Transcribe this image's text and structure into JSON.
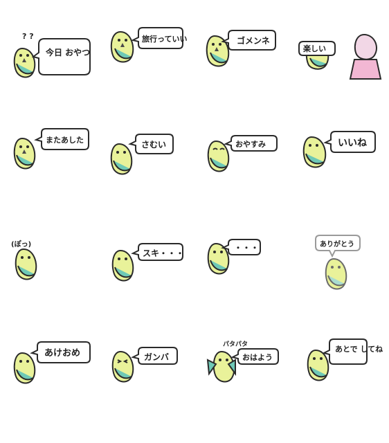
{
  "stickers": [
    {
      "id": "s1",
      "text": "今日\nおやつ",
      "extra": "? ?",
      "variant": "normal"
    },
    {
      "id": "s2",
      "text": "旅行っていい",
      "extra": "",
      "variant": "normal"
    },
    {
      "id": "s3",
      "text": "ゴメンネ",
      "extra": "",
      "variant": "normal"
    },
    {
      "id": "s4",
      "text": "楽しい",
      "extra": "",
      "variant": "girl"
    },
    {
      "id": "s5",
      "text": "またあした",
      "extra": "",
      "variant": "normal"
    },
    {
      "id": "s6",
      "text": "さむい",
      "extra": "",
      "variant": "normal"
    },
    {
      "id": "s7",
      "text": "おやすみ",
      "extra": "",
      "variant": "normal"
    },
    {
      "id": "s8",
      "text": "いいね",
      "extra": "",
      "variant": "normal"
    },
    {
      "id": "s9",
      "text": "",
      "extra": "(ぽっ)",
      "variant": "normal"
    },
    {
      "id": "s10",
      "text": "スキ・・・",
      "extra": "",
      "variant": "normal"
    },
    {
      "id": "s11",
      "text": "・・・",
      "extra": "",
      "variant": "normal"
    },
    {
      "id": "s12",
      "text": "ありがとう",
      "extra": "",
      "variant": "pastel"
    },
    {
      "id": "s13",
      "text": "あけおめ",
      "extra": "",
      "variant": "normal"
    },
    {
      "id": "s14",
      "text": "ガンバ",
      "extra": "",
      "variant": "normal"
    },
    {
      "id": "s15",
      "text": "おはよう",
      "extra": "パタパタ",
      "variant": "flap"
    },
    {
      "id": "s16",
      "text": "あとで\nしてね",
      "extra": "",
      "variant": "normal"
    }
  ],
  "colors": {
    "body": "#e9f29a",
    "wing": "#6ec9b6",
    "wing_light": "#a9ddd0",
    "beak": "#4a4a4a",
    "outline": "#2a2a2a",
    "girl_shirt": "#f2b7d3"
  }
}
